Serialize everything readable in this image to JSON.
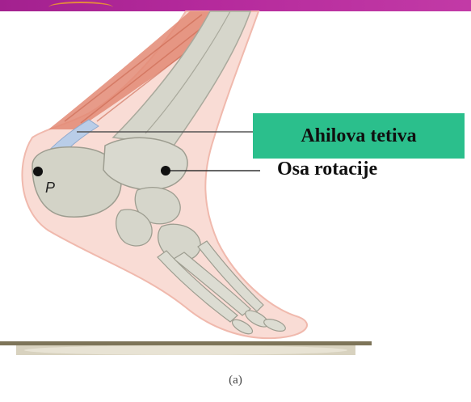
{
  "labels": {
    "tendon": "Ahilova tetiva",
    "axis": "Osa rotacije",
    "point": "P"
  },
  "caption": "(a)",
  "colors": {
    "header_bar": "#a3218f",
    "label_background": "#2bbf8c",
    "skin": "#f7d6cf",
    "bone": "#d9d9cf",
    "muscle": "#e2806b",
    "tendon": "#b7c9e6",
    "ground": "#8a8060"
  }
}
